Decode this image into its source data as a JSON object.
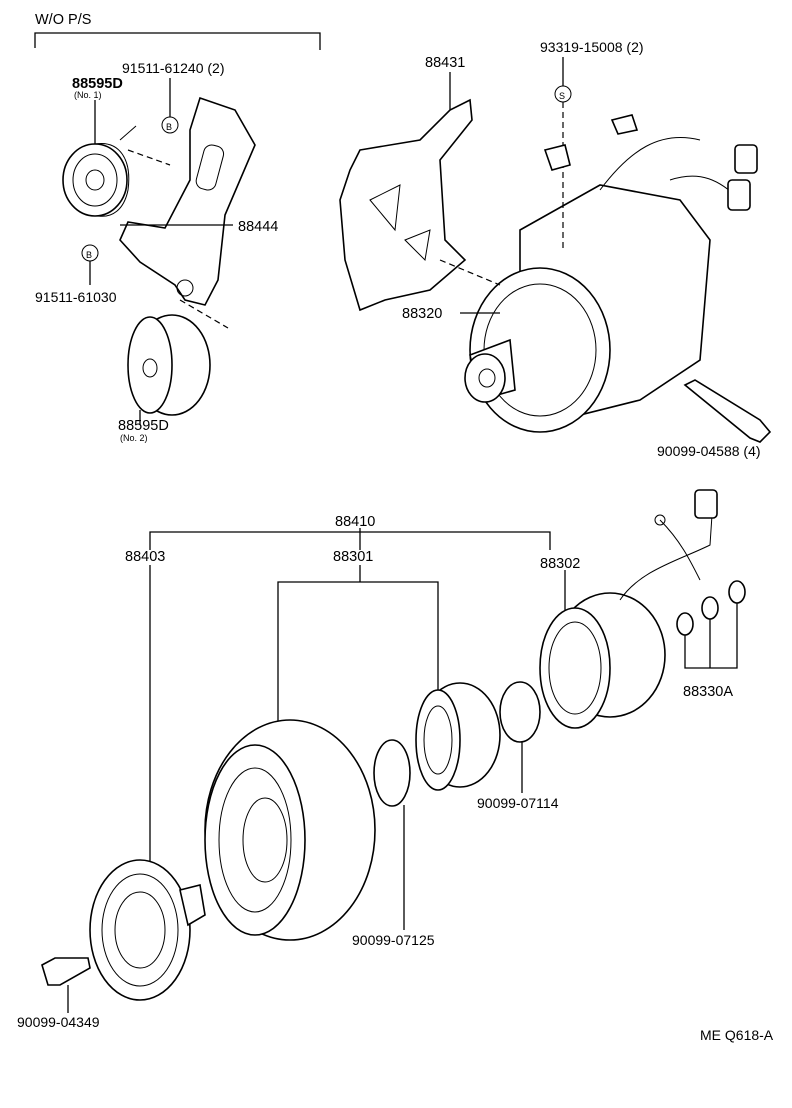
{
  "header": {
    "group_label": "W/O P/S"
  },
  "labels": {
    "bolt_top": "91511-61240 (2)",
    "idler1": "88595D",
    "idler1_sub": "(No. 1)",
    "bracket": "88444",
    "bolt_low": "91511-61030",
    "idler2": "88595D",
    "idler2_sub": "(No. 2)",
    "cover": "88431",
    "stud": "93319-15008 (2)",
    "compressor": "88320",
    "comp_bolt": "90099-04588 (4)",
    "clutch_assy": "88410",
    "hub": "88403",
    "pulley": "88301",
    "stator": "88302",
    "shims": "88330A",
    "snap_ring_1": "90099-07114",
    "snap_ring_2": "90099-07125",
    "hub_bolt": "90099-04349",
    "figure_code": "ME Q618-A"
  },
  "markers": {
    "b": "B",
    "s": "S"
  }
}
